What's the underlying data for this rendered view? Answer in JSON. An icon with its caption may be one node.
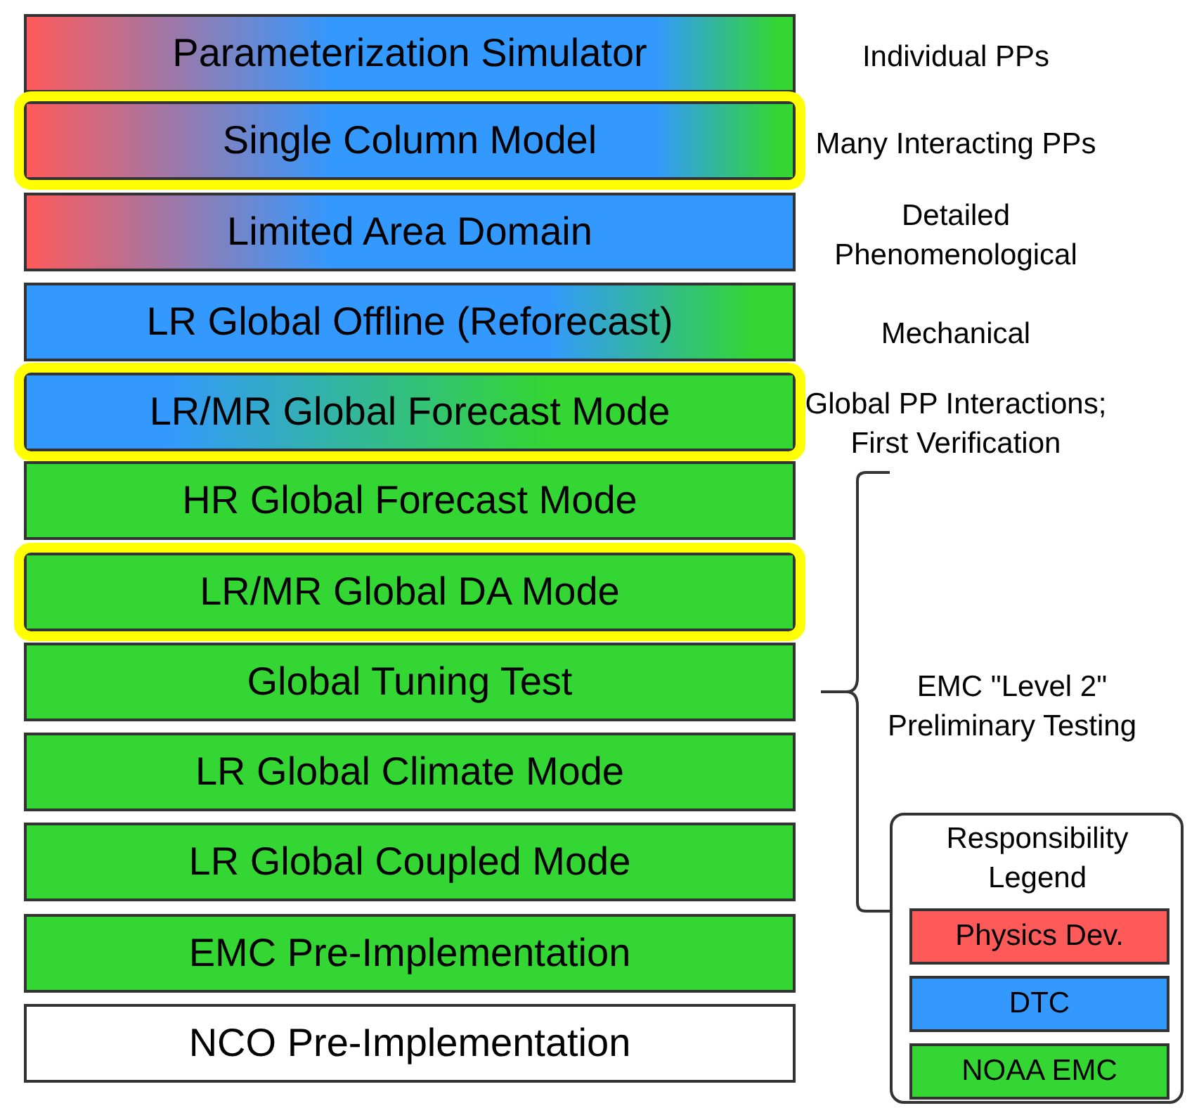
{
  "diagram": {
    "nodes": [
      {
        "text": [
          "Parameterization Simulator"
        ],
        "beside": [
          "Individual PPs"
        ]
      },
      {
        "text": [
          "Single Column Model"
        ],
        "beside": [
          "Many Interacting PPs"
        ]
      },
      {
        "text": [
          "Limited Area Domain"
        ],
        "beside": [
          "Detailed Phenomenological"
        ]
      },
      {
        "text": [
          "LR Global Offline (Reforecast)"
        ],
        "beside": [
          "Mechanical"
        ]
      },
      {
        "text": [
          "LR/MR Global Forecast Mode"
        ],
        "beside": [
          "Global PP Interactions; First Verification"
        ]
      },
      {
        "text": [
          "HR Global Forecast Mode"
        ]
      },
      {
        "text": [
          "LR/MR Global DA Mode"
        ]
      },
      {
        "text": [
          "Global Tuning Test"
        ]
      },
      {
        "text": [
          "LR Global Climate Mode"
        ]
      },
      {
        "text": [
          "LR Global Coupled Mode"
        ]
      },
      {
        "text": [
          "EMC Pre-Implementation"
        ]
      },
      {
        "text": [
          "NCO Pre-Implementation"
        ]
      }
    ],
    "edges": [],
    "labels": [
      "EMC \"Level 2\" Preliminary Testing",
      "Responsibility Legend"
    ],
    "legend": [
      {
        "text": "Physics Dev.",
        "color": "#ff5a5a"
      },
      {
        "text": "DTC",
        "color": "#3399ff"
      },
      {
        "text": "NOAA EMC",
        "color": "#33d633"
      }
    ]
  }
}
